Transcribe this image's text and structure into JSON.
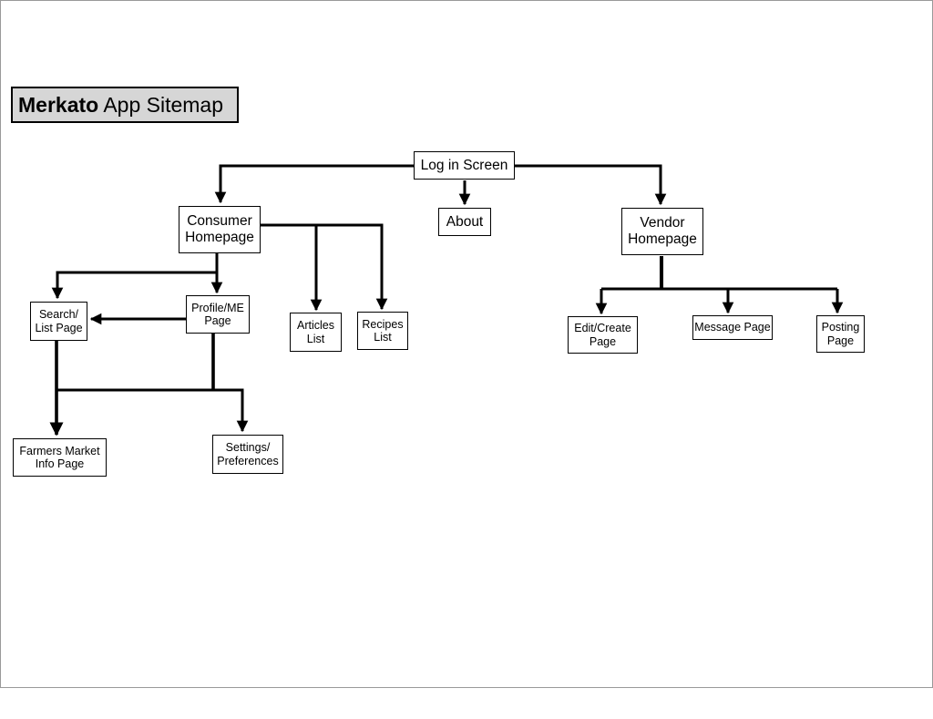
{
  "title": {
    "brand": "Merkato",
    "rest": " App Sitemap"
  },
  "colors": {
    "title_fill": "#d6d6d6",
    "stroke": "#000000",
    "background": "#ffffff"
  },
  "nodes": {
    "log_in": "Log in Screen",
    "consumer_home": "Consumer\nHomepage",
    "about": "About",
    "vendor_home": "Vendor\nHomepage",
    "search_list": "Search/\nList Page",
    "profile_me": "Profile/ME\nPage",
    "articles": "Articles\nList",
    "recipes": "Recipes\nList",
    "edit_create": "Edit/Create\nPage",
    "message": "Message Page",
    "posting": "Posting\nPage",
    "farmers_market": "Farmers Market\nInfo Page",
    "settings": "Settings/\nPreferences"
  },
  "edges": [
    {
      "from": "Log in Screen",
      "to": "Consumer Homepage"
    },
    {
      "from": "Log in Screen",
      "to": "About"
    },
    {
      "from": "Log in Screen",
      "to": "Vendor Homepage"
    },
    {
      "from": "Consumer Homepage",
      "to": "Search/List Page"
    },
    {
      "from": "Consumer Homepage",
      "to": "Profile/ME Page"
    },
    {
      "from": "Consumer Homepage",
      "to": "Articles List"
    },
    {
      "from": "Consumer Homepage",
      "to": "Recipes List"
    },
    {
      "from": "Profile/ME Page",
      "to": "Search/List Page"
    },
    {
      "from": "Search/List Page",
      "to": "Farmers Market Info Page"
    },
    {
      "from": "Profile/ME Page",
      "to": "Farmers Market Info Page"
    },
    {
      "from": "Profile/ME Page",
      "to": "Settings/Preferences"
    },
    {
      "from": "Vendor Homepage",
      "to": "Edit/Create Page"
    },
    {
      "from": "Vendor Homepage",
      "to": "Message Page"
    },
    {
      "from": "Vendor Homepage",
      "to": "Posting Page"
    }
  ]
}
